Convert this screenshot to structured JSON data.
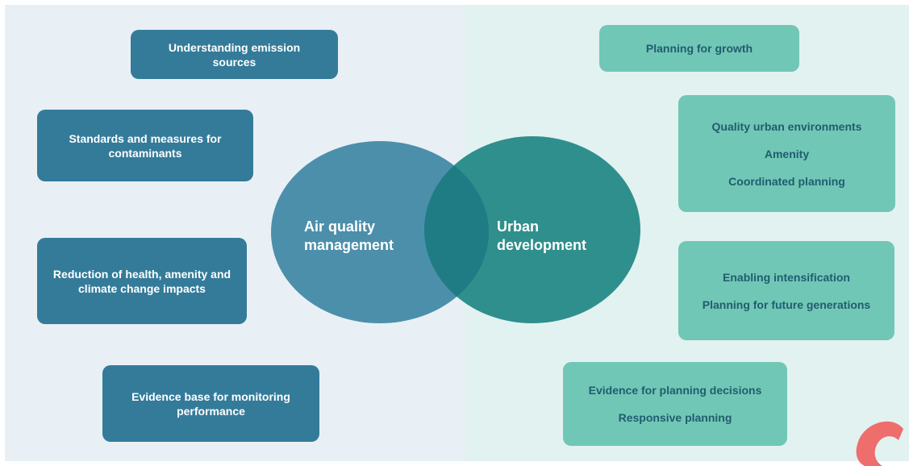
{
  "left_boxes": [
    {
      "lines": [
        "Understanding emission",
        "sources"
      ]
    },
    {
      "lines": [
        "Standards and measures for",
        "contaminants"
      ]
    },
    {
      "lines": [
        "Reduction of health, amenity and",
        "climate change impacts"
      ]
    },
    {
      "lines": [
        "Evidence base for monitoring",
        "performance"
      ]
    }
  ],
  "right_boxes": [
    {
      "lines": [
        "Planning for growth"
      ]
    },
    {
      "lines": [
        "Quality urban environments",
        "Amenity",
        "Coordinated planning"
      ]
    },
    {
      "lines": [
        "Enabling intensification",
        "Planning for future generations"
      ]
    },
    {
      "lines": [
        "Evidence for planning decisions",
        "Responsive planning"
      ]
    }
  ],
  "venn": {
    "left_label": [
      "Air quality",
      "management"
    ],
    "right_label": [
      "Urban",
      "development"
    ]
  },
  "colors": {
    "left_panel": "#e8f0f5",
    "right_panel": "#e2f2f1",
    "dark_box": "#347b9a",
    "light_box": "#71c7b6",
    "circle_left": "#4c8fab",
    "circle_right": "#2f8f8c",
    "overlap": "#1f7c84",
    "logo": "#ee6d6d"
  }
}
